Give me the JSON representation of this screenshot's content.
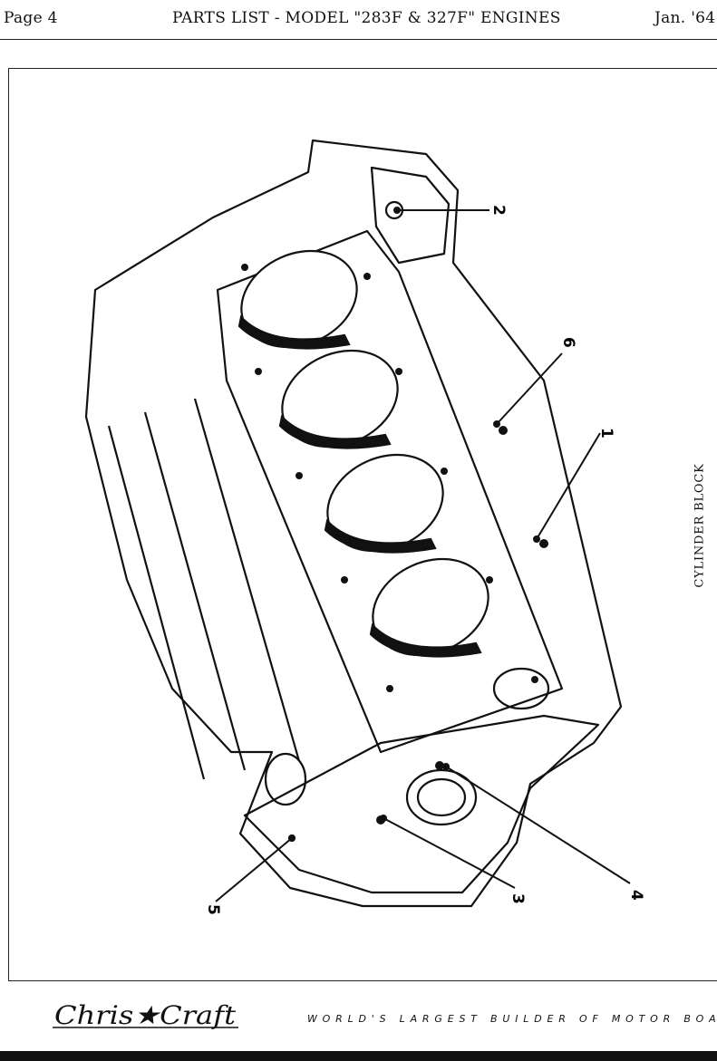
{
  "header": {
    "page": "Page 4",
    "title": "PARTS LIST - MODEL \"283F & 327F\" ENGINES",
    "date": "Jan. '64"
  },
  "figure": {
    "caption": "CYLINDER BLOCK",
    "callouts": [
      "1",
      "2",
      "3",
      "4",
      "5",
      "6"
    ]
  },
  "footer": {
    "brand": "Chris★Craft",
    "tagline": "WORLD'S LARGEST BUILDER OF MOTOR BOATS"
  }
}
